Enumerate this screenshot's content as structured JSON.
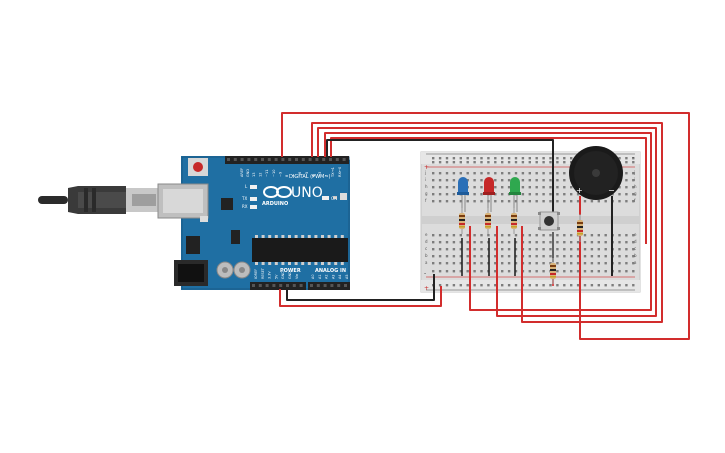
{
  "arduino": {
    "brand": "ARDUINO",
    "model": "UNO",
    "digital_label": "DIGITAL (PWM~)",
    "power_label": "POWER",
    "analog_label": "ANALOG IN",
    "on_label": "ON",
    "tx_label": "TX",
    "rx_label": "RX",
    "aref_label": "AREF",
    "gnd_label": "GND",
    "digital_pins": [
      "13",
      "12",
      "~11",
      "~10",
      "~9",
      "8",
      "7",
      "~6",
      "~5",
      "4",
      "~3",
      "2",
      "TX→1",
      "RX←0"
    ],
    "power_pins": [
      "IOREF",
      "RESET",
      "3.3V",
      "5V",
      "GND",
      "GND",
      "Vin"
    ],
    "analog_pins": [
      "A0",
      "A1",
      "A2",
      "A3",
      "A4",
      "A5"
    ]
  },
  "breadboard": {
    "row_letters_top": [
      "j",
      "i",
      "h",
      "g",
      "f"
    ],
    "row_letters_bottom": [
      "e",
      "d",
      "c",
      "b",
      "a"
    ],
    "plus": "+",
    "minus": "-"
  },
  "buzzer": {
    "plus": "+",
    "minus": "−"
  },
  "colors": {
    "board": "#1f6fa3",
    "board_dark": "#185a86",
    "wire_red": "#d22d2d",
    "wire_black": "#222222",
    "led_blue": "#2a6fb7",
    "led_red": "#c62828",
    "led_green": "#2fa84f",
    "breadboard": "#dcdcdc"
  }
}
